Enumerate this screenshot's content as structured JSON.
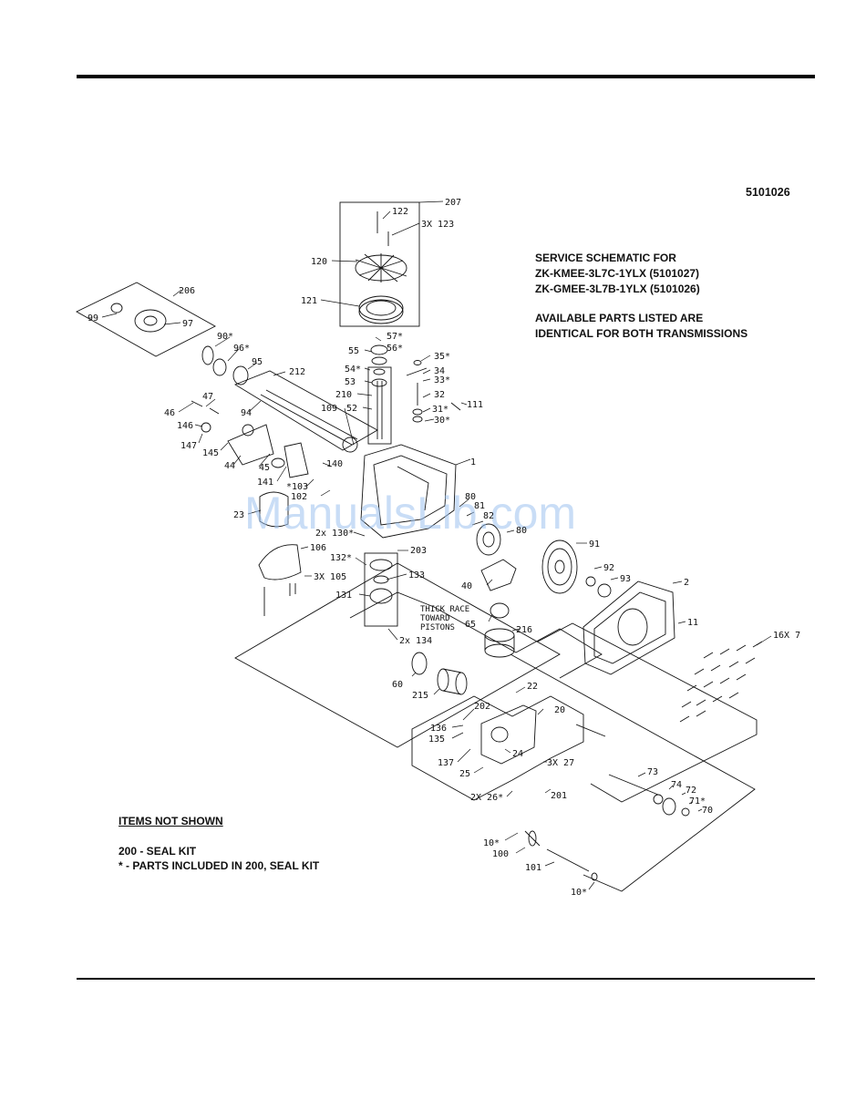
{
  "header": {
    "doc_number": "5101026",
    "service_lines": [
      "SERVICE SCHEMATIC FOR",
      "ZK-KMEE-3L7C-1YLX (5101027)",
      "ZK-GMEE-3L7B-1YLX (5101026)"
    ],
    "note_lines": [
      "AVAILABLE PARTS LISTED ARE",
      "IDENTICAL FOR BOTH TRANSMISSIONS"
    ]
  },
  "footer_notes": {
    "heading": "ITEMS NOT SHOWN",
    "seal_kit": "200 - SEAL KIT",
    "seal_note": "* - PARTS INCLUDED IN 200, SEAL KIT"
  },
  "thick_race_note": [
    "THICK RACE",
    "TOWARD",
    "PISTONS"
  ],
  "watermark": "ManualsLib.com",
  "callouts": [
    "207",
    "122",
    "3X 123",
    "120",
    "121",
    "206",
    "99",
    "97",
    "90*",
    "96*",
    "95",
    "212",
    "94",
    "57*",
    "56*",
    "55",
    "54*",
    "53",
    "210",
    "52",
    "109",
    "35*",
    "34",
    "33*",
    "32",
    "31*",
    "111",
    "30*",
    "47",
    "46",
    "146",
    "147",
    "145",
    "44",
    "45",
    "141",
    "*103",
    "102",
    "140",
    "1",
    "80",
    "81",
    "82",
    "23",
    "2x 130*",
    "106",
    "132*",
    "203",
    "133",
    "131",
    "2x 134",
    "3X 105",
    "80",
    "91",
    "92",
    "93",
    "40",
    "2",
    "65",
    "11",
    "16X 7",
    "216",
    "60",
    "215",
    "22",
    "202",
    "20",
    "136",
    "135",
    "137",
    "24",
    "3X 27",
    "25",
    "2X 26*",
    "201",
    "73",
    "74",
    "72",
    "71*",
    "70",
    "10*",
    "100",
    "101",
    "10*"
  ]
}
